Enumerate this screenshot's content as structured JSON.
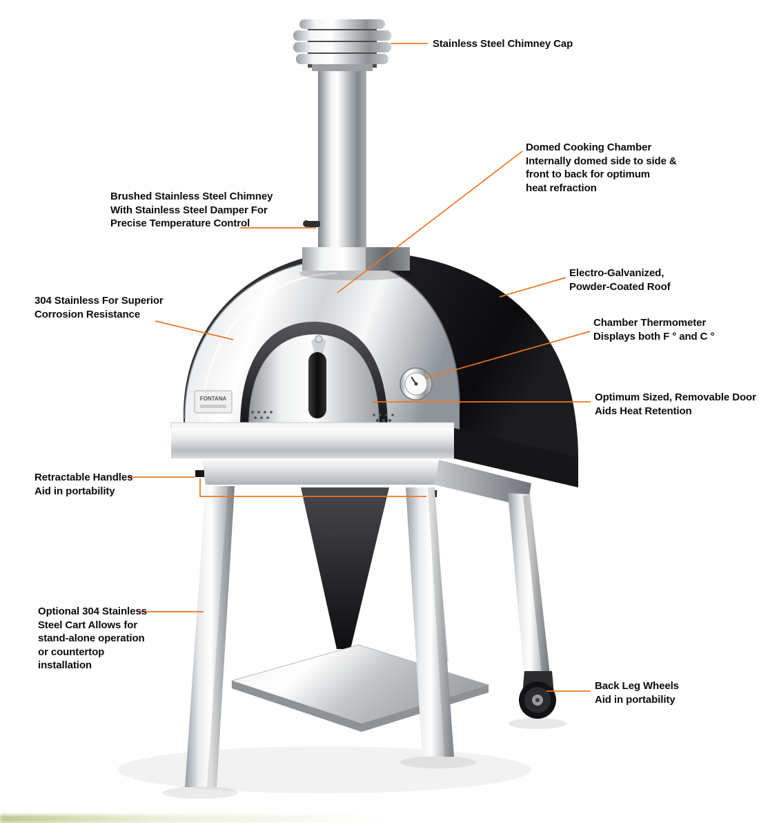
{
  "page": {
    "background": "#ffffff"
  },
  "colors": {
    "accent_line": "#EE7420",
    "label_text": "#0C0C0C",
    "roof_black": "#141416"
  },
  "product": {
    "brand_plate": "FONTANA"
  },
  "callouts": {
    "chimney_cap": {
      "text": "Stainless Steel Chimney Cap"
    },
    "domed_chamber": {
      "text": "Domed Cooking Chamber\nInternally domed side to side &\nfront to back for optimum\nheat refraction"
    },
    "chimney": {
      "text": "Brushed Stainless Steel Chimney\nWith Stainless Steel Damper For\nPrecise Temperature Control"
    },
    "roof": {
      "text": "Electro-Galvanized,\nPowder-Coated Roof"
    },
    "stainless_304": {
      "text": "304 Stainless For Superior\nCorrosion Resistance"
    },
    "thermometer": {
      "text": "Chamber Thermometer\nDisplays both F ° and C °"
    },
    "door": {
      "text": "Optimum Sized, Removable Door\nAids Heat Retention"
    },
    "handles": {
      "text": "Retractable Handles\nAid in portability"
    },
    "cart": {
      "text": "Optional 304 Stainless\nSteel Cart Allows for\nstand-alone operation\nor countertop\ninstallation"
    },
    "wheels": {
      "text": "Back Leg Wheels\nAid in portability"
    }
  }
}
